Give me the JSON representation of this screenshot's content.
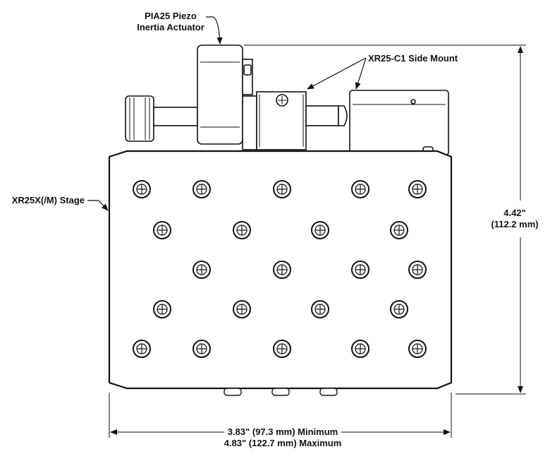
{
  "labels": {
    "actuator_line1": "PIA25 Piezo",
    "actuator_line2": "Inertia Actuator",
    "side_mount": "XR25-C1 Side Mount",
    "stage": "XR25X(/M) Stage"
  },
  "dimensions": {
    "height_in": "4.42\"",
    "height_mm": "(112.2 mm)",
    "width_min": "3.83\" (97.3 mm) Minimum",
    "width_max": "4.83\" (122.7 mm) Maximum"
  },
  "colors": {
    "line": "#111111",
    "fill": "#ffffff"
  },
  "icons": {
    "screw_hole": "crossed-circle-screw-icon"
  }
}
